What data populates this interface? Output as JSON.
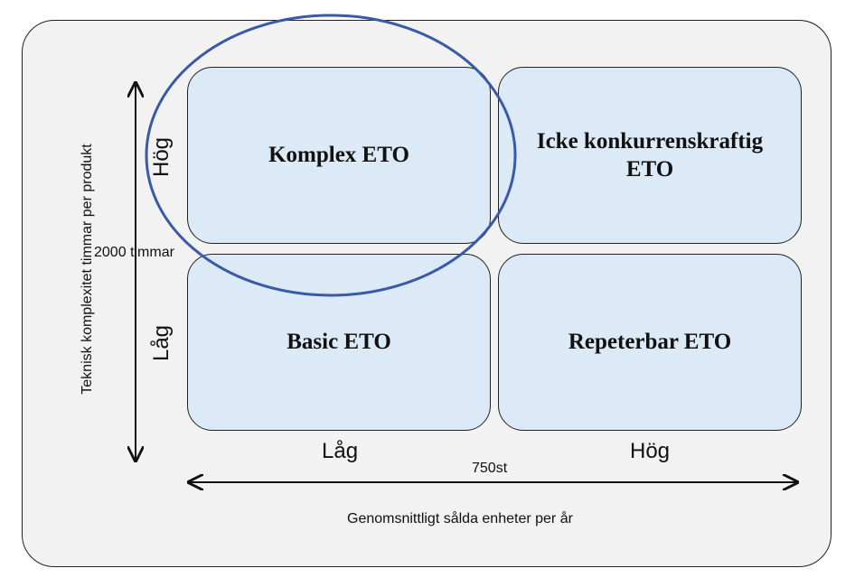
{
  "quadrants": {
    "top_left": "Komplex ETO",
    "top_right": "Icke konkurrenskraftig ETO",
    "bottom_left": "Basic ETO",
    "bottom_right": "Repeterbar ETO"
  },
  "y_axis": {
    "title": "Teknisk komplexitet timmar per produkt",
    "high": "Hög",
    "low": "Låg",
    "threshold": "2000 timmar"
  },
  "x_axis": {
    "title": "Genomsnittligt sålda enheter per år",
    "low": "Låg",
    "high": "Hög",
    "threshold": "750st"
  },
  "colors": {
    "quadrant_fill": "#dce9f6",
    "ellipse_stroke": "#3a5aa8",
    "frame_fill": "#f2f2f2"
  }
}
